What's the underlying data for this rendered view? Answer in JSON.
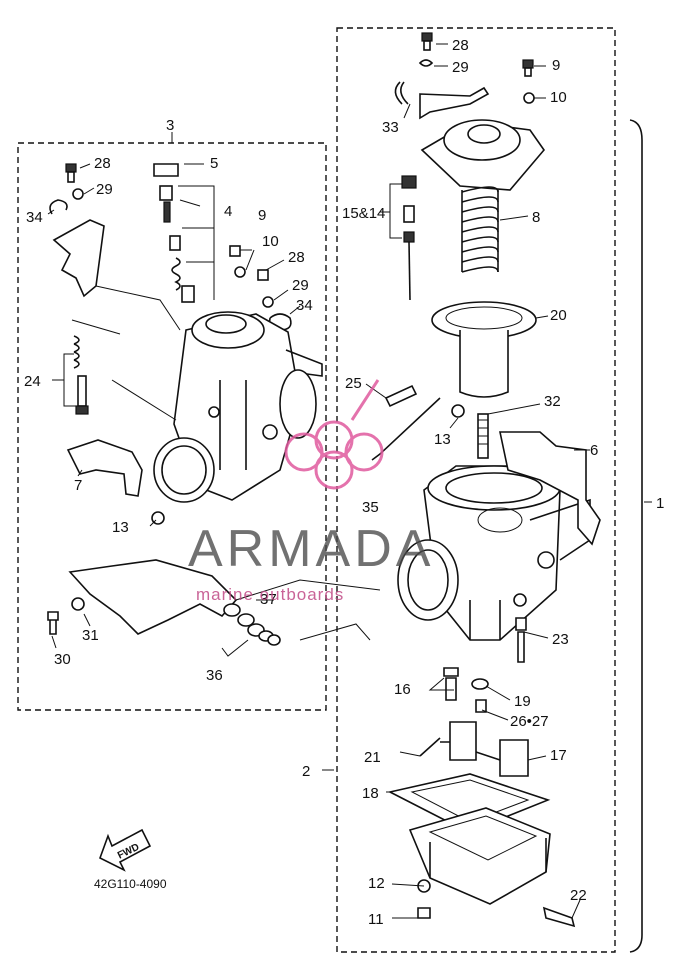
{
  "diagram": {
    "code": "42G110-4090",
    "fwd_label": "FWD",
    "watermark": {
      "brand": "ARMADA",
      "tagline": "marine outboards",
      "color": "#e05a9e"
    },
    "callouts": [
      {
        "id": "c28a",
        "text": "28"
      },
      {
        "id": "c29a",
        "text": "29"
      },
      {
        "id": "c9a",
        "text": "9"
      },
      {
        "id": "c10a",
        "text": "10"
      },
      {
        "id": "c33",
        "text": "33"
      },
      {
        "id": "c1544",
        "text": "15&14"
      },
      {
        "id": "c8",
        "text": "8"
      },
      {
        "id": "c20",
        "text": "20"
      },
      {
        "id": "c32",
        "text": "32"
      },
      {
        "id": "c25",
        "text": "25"
      },
      {
        "id": "c13a",
        "text": "13"
      },
      {
        "id": "c6",
        "text": "6"
      },
      {
        "id": "c35",
        "text": "35"
      },
      {
        "id": "c1",
        "text": "1"
      },
      {
        "id": "c23",
        "text": "23"
      },
      {
        "id": "c16",
        "text": "16"
      },
      {
        "id": "c19",
        "text": "19"
      },
      {
        "id": "c2627",
        "text": "26•27"
      },
      {
        "id": "c21",
        "text": "21"
      },
      {
        "id": "c17",
        "text": "17"
      },
      {
        "id": "c2",
        "text": "2"
      },
      {
        "id": "c18",
        "text": "18"
      },
      {
        "id": "c12",
        "text": "12"
      },
      {
        "id": "c22",
        "text": "22"
      },
      {
        "id": "c11",
        "text": "11"
      },
      {
        "id": "c3",
        "text": "3"
      },
      {
        "id": "c28b",
        "text": "28"
      },
      {
        "id": "c5",
        "text": "5"
      },
      {
        "id": "c29b",
        "text": "29"
      },
      {
        "id": "c4",
        "text": "4"
      },
      {
        "id": "c34a",
        "text": "34"
      },
      {
        "id": "c9b",
        "text": "9"
      },
      {
        "id": "c10b",
        "text": "10"
      },
      {
        "id": "c28c",
        "text": "28"
      },
      {
        "id": "c29c",
        "text": "29"
      },
      {
        "id": "c34b",
        "text": "34"
      },
      {
        "id": "c24",
        "text": "24"
      },
      {
        "id": "c7",
        "text": "7"
      },
      {
        "id": "c13b",
        "text": "13"
      },
      {
        "id": "c37",
        "text": "37"
      },
      {
        "id": "c31",
        "text": "31"
      },
      {
        "id": "c30",
        "text": "30"
      },
      {
        "id": "c36",
        "text": "36"
      }
    ]
  }
}
